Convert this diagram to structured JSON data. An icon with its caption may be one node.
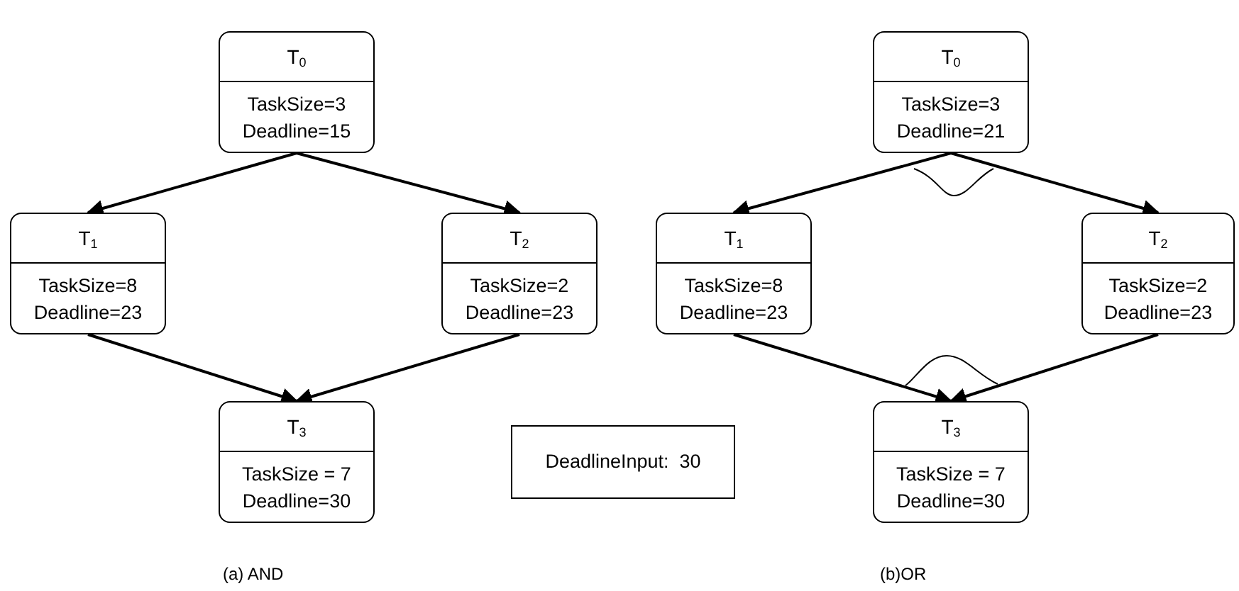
{
  "diagram": {
    "nodes": [
      {
        "text": [
          "T$_{0}$",
          "TaskSize=3 Deadline=15"
        ]
      },
      {
        "text": [
          "T$_{1}$",
          "TaskSize=8 Deadline=23"
        ]
      },
      {
        "text": [
          "T$_{2}$",
          "TaskSize=2 Deadline=23"
        ]
      },
      {
        "text": [
          "T$_{3}$",
          "TaskSize = 7 Deadline=30"
        ]
      },
      {
        "text": [
          "DeadlineInput:  30"
        ]
      },
      {
        "text": [
          "T$_{0}$",
          "TaskSize=3 Deadline=21"
        ]
      },
      {
        "text": [
          "T$_{1}$",
          "TaskSize=8 Deadline=23"
        ]
      },
      {
        "text": [
          "T$_{2}$",
          "TaskSize=2 Deadline=23"
        ]
      },
      {
        "text": [
          "T$_{3}$",
          "TaskSize = 7 Deadline=30"
        ]
      }
    ],
    "edges": [
      {
        "from": 0,
        "to": 1,
        "arrow": "to"
      },
      {
        "from": 0,
        "to": 2,
        "arrow": "to"
      },
      {
        "from": 1,
        "to": 3,
        "arrow": "to"
      },
      {
        "from": 2,
        "to": 3,
        "arrow": "to"
      },
      {
        "from": 5,
        "to": 6,
        "arrow": "to"
      },
      {
        "from": 5,
        "to": 7,
        "arrow": "to"
      },
      {
        "from": 6,
        "to": 8,
        "arrow": "to"
      },
      {
        "from": 7,
        "to": 8,
        "arrow": "to"
      }
    ],
    "labels": [
      "(a) AND",
      "(b)OR"
    ]
  }
}
